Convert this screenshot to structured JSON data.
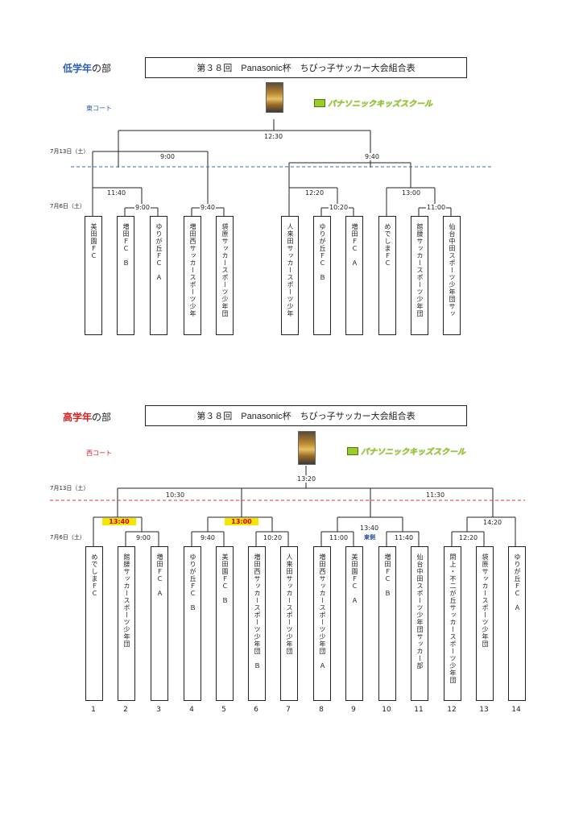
{
  "page_title": "第３８回　Panasonic杯　ちびっ子サッカー大会組合表",
  "logo_text": "パナソニックキッズスクール",
  "dates": {
    "semifinal": "7月13日（土）",
    "first": "7月6日（土）"
  },
  "lower": {
    "grade": "低学年",
    "suffix": "の部",
    "grade_color": "#2f5fb0",
    "court": "東コート",
    "court_color": "#2f5fb0",
    "divider_color": "#3a64b4",
    "times": {
      "final": "12:30",
      "left_semi": "9:00",
      "right_semi": "9:40",
      "m_a": "11:40",
      "m_b": "9:00",
      "m_c": "9:40",
      "m_d": "12:20",
      "m_e": "10:20",
      "m_f": "13:00",
      "m_g": "11:00"
    },
    "teams": [
      "美田園ＦＣ",
      "増田ＦＣ　Ｂ",
      "ゆりが丘ＦＣ　Ａ",
      "増田西サッカースポーツ少年",
      "袋原サッカースポーツ少年団",
      "人来田サッカースポーツ少年",
      "ゆりが丘ＦＣ　Ｂ",
      "増田ＦＣ　Ａ",
      "めでしまＦＣ",
      "館腰サッカースポーツ少年団",
      "仙台中田スポーツ少年団サッ"
    ]
  },
  "upper": {
    "grade": "高学年",
    "suffix": "の部",
    "grade_color": "#d42020",
    "court": "西コート",
    "court_color": "#d42020",
    "divider_color": "#d43a3a",
    "times": {
      "final": "13:20",
      "left_semi": "10:30",
      "right_semi": "11:30",
      "q1": "13:40",
      "m_23": "9:00",
      "m_45": "9:40",
      "q2": "13:00",
      "m_67": "10:20",
      "q3": "13:40",
      "m_89": "11:00",
      "m_1011": "11:40",
      "m_1213": "12:20",
      "q4": "14:20"
    },
    "east_note": "東側",
    "teams": [
      "めでしまＦＣ",
      "館腰サッカースポーツ少年団",
      "増田ＦＣ　Ａ",
      "ゆりが丘ＦＣ　Ｂ",
      "美田園ＦＣ　Ｂ",
      "増田西サッカースポーツ少年団　Ｂ",
      "人来田サッカースポーツ少年団",
      "増田西サッカースポーツ少年団　Ａ",
      "美田園ＦＣ　Ａ",
      "増田ＦＣ　Ｂ",
      "仙台中田スポーツ少年団サッカー部",
      "閖上・不二が丘サッカースポーツ少年団",
      "袋原サッカースポーツ少年団",
      "ゆりが丘ＦＣ　Ａ"
    ],
    "numbers": [
      "1",
      "2",
      "3",
      "4",
      "5",
      "6",
      "7",
      "8",
      "9",
      "10",
      "11",
      "12",
      "13",
      "14"
    ]
  }
}
